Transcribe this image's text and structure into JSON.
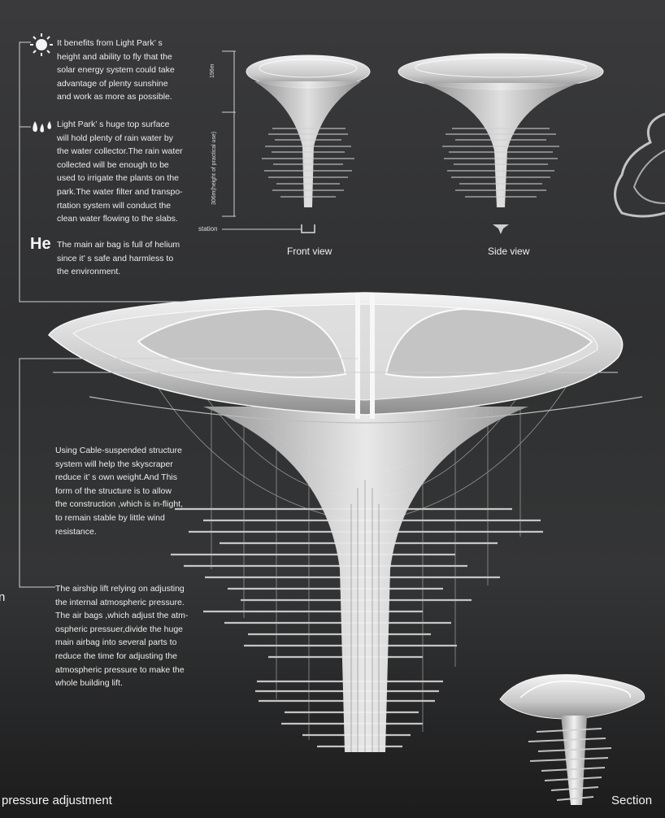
{
  "notes": {
    "solar": [
      "It benefits from Light Park’ s",
      "height and ability to fly that the",
      "solar energy system could take",
      "advantage of plenty sunshine",
      "and work  as more as possible."
    ],
    "water": [
      "Light Park’ s huge top surface",
      "will hold plenty of rain water by",
      "the water collector.The rain water",
      "collected will be enough to be",
      "used to irrigate the plants on the",
      "park.The water filter and transpo-",
      "rtation system will conduct the",
      "clean water flowing to the slabs."
    ],
    "helium_symbol": "He",
    "helium": [
      "The main air bag is full of helium",
      "since it’ s safe and harmless to",
      "the environment."
    ],
    "cable": [
      "Using Cable-suspended structure",
      "system will help the skyscraper",
      "reduce it’ s own weight.And This",
      "form of the structure is to allow",
      "the construction ,which is in-flight,",
      "to remain stable by little wind",
      "resistance."
    ],
    "airship": [
      "The airship lift relying on adjusting",
      "the internal atmospheric pressure.",
      "The air bags ,which adjust the atm-",
      "ospheric pressuer,divide the huge",
      "main airbag  into several parts to",
      "reduce the time for adjusting the",
      "atmospheric pressure to make the",
      " whole building lift."
    ]
  },
  "dimensions": {
    "top_height": "196m",
    "practical_height": "306m(height of practical use)",
    "station": "station"
  },
  "views": {
    "front": "Front view",
    "side": "Side view"
  },
  "footer": {
    "left": "pressure adjustment",
    "right": "Section",
    "edge_letter": "n"
  },
  "colors": {
    "background": "#2f3031",
    "structure": "#d8d8d8",
    "text": "#ececec"
  }
}
